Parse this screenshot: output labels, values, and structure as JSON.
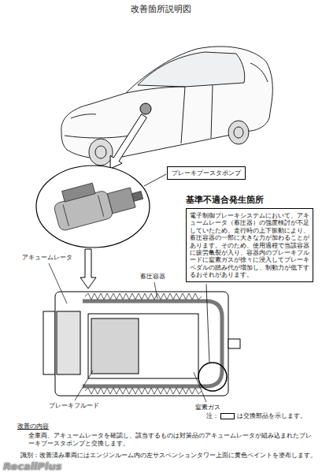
{
  "diagram": {
    "title": "改善箇所説明図",
    "nodes": [
      {
        "text": [
          "ブレーキブースタポンプ"
        ]
      },
      {
        "text": [
          "基準不適合発生箇所",
          "電子制御ブレーキシステムにおいて、アキュームレータ（蓄圧器）の強度検討が不足していたため、走行時の上下振動により、蓄圧容器の一部に大きな力が加わることがあります。そのため、使用過程で当該容器に疲労亀裂が入り、容器内のブレーキフルードに窒素ガスが徐々に浸入してブレーキペダルの踏み代が増加し、制動力が低下するおそれがあります。"
        ]
      }
    ],
    "labels": [
      "アキュームレータ",
      "蓄圧容器",
      "ブレーキフルード",
      "窒素ガス",
      "注：",
      "は交換部品を示します。",
      "改善の内容",
      "全車両、アキュームレータを確認し、該当するものは対策品のアキュームレータが組み込まれたブレーキブースタポンプと交換します。",
      "識別：改善済み車両にはエンジンルーム内の左サスペンションタワー上面に黄色ペイントを塗布します。",
      "RecallPlus"
    ]
  }
}
